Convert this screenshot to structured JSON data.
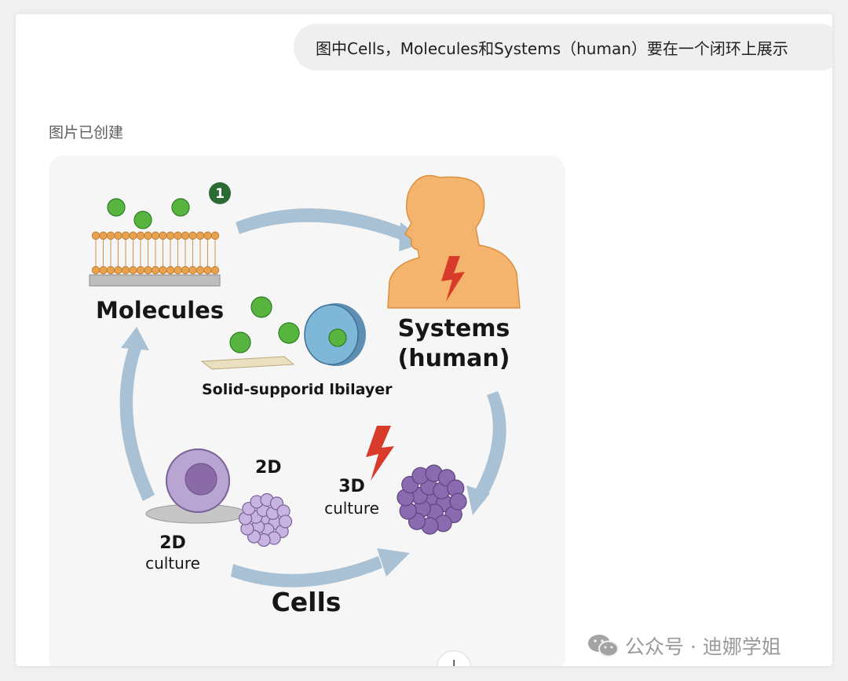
{
  "chat": {
    "user_message": "图中Cells，Molecules和Systems（human）要在一个闭环上展示",
    "status": "图片已创建"
  },
  "diagram": {
    "labels": {
      "molecules": "Molecules",
      "systems_line1": "Systems",
      "systems_line2": "(human)",
      "bilayer": "Solid-supporid lbilayer",
      "label_2d_top": "2D",
      "culture_2d_line1": "2D",
      "culture_2d_line2": "culture",
      "culture_3d_line1": "3D",
      "culture_3d_line2": "culture",
      "cells": "Cells",
      "step_badge": "1"
    },
    "colors": {
      "arrow": "#a9c1d4",
      "molecule_green": "#57b53f",
      "membrane_orange": "#e8a24e",
      "body_orange": "#f5b46d",
      "lightning_red": "#d93b2b",
      "cell_purple": "#b9a5d1",
      "nucleus_purple": "#8a6aa7",
      "cluster_purple": "#8b6bb0",
      "vesicle_blue": "#7fb7d9",
      "badge_green": "#2b6b34"
    }
  },
  "ui": {
    "scroll_icon": "arrow-down-icon",
    "watermark_icon": "wechat-icon",
    "watermark_text": "公众号 · 迪娜学姐"
  }
}
